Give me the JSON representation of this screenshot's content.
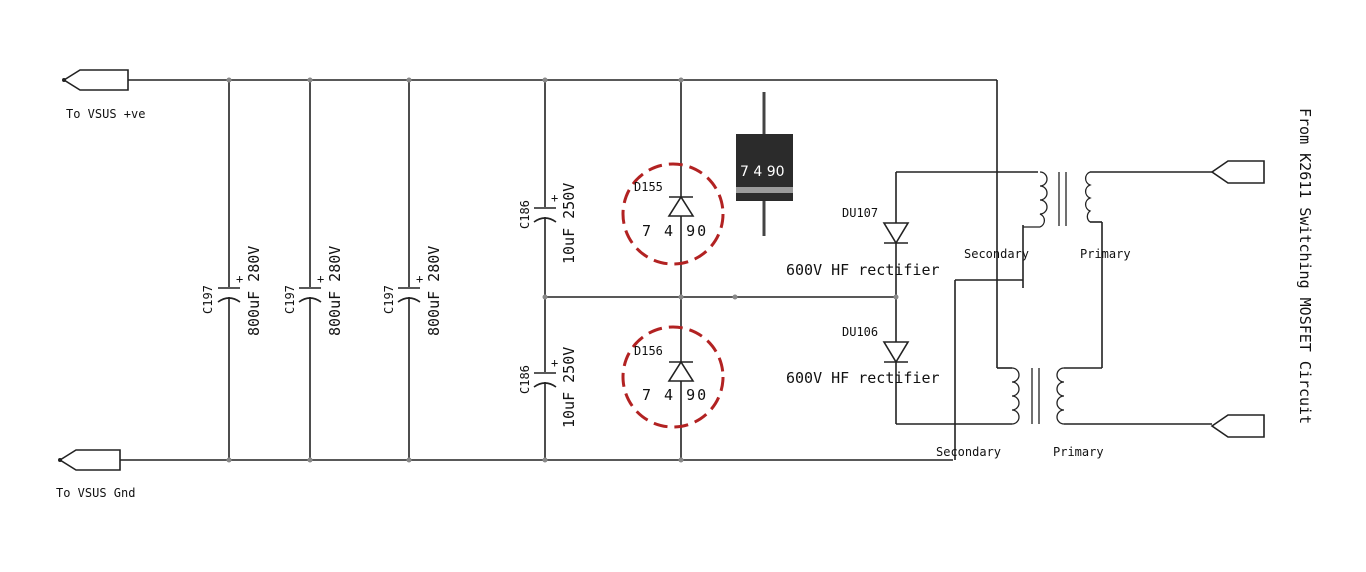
{
  "title": "From K2611 Switching MOSFET Circuit",
  "ports": {
    "vsus_pos": "To VSUS +ve",
    "vsus_gnd": "To VSUS Gnd"
  },
  "capacitors": [
    {
      "ref": "C197",
      "value": "800uF 280V"
    },
    {
      "ref": "C197",
      "value": "800uF 280V"
    },
    {
      "ref": "C197",
      "value": "800uF 280V"
    },
    {
      "ref": "C186",
      "value": "10uF 250V"
    },
    {
      "ref": "C186",
      "value": "10uF 250V"
    }
  ],
  "diodes": [
    {
      "ref": "D155",
      "marking": "7 4 90"
    },
    {
      "ref": "D156",
      "marking": "7 4 90"
    },
    {
      "ref": "DU107",
      "desc": "600V HF rectifier"
    },
    {
      "ref": "DU106",
      "desc": "600V HF rectifier"
    }
  ],
  "package": {
    "marking": "7 4  90"
  },
  "transformers": [
    {
      "secondary": "Secondary",
      "primary": "Primary"
    },
    {
      "secondary": "Secondary",
      "primary": "Primary"
    }
  ],
  "colors": {
    "wire": "#222222",
    "highlight": "#b22222",
    "package_body": "#2b2b2b",
    "package_band": "#9a9a9a"
  }
}
